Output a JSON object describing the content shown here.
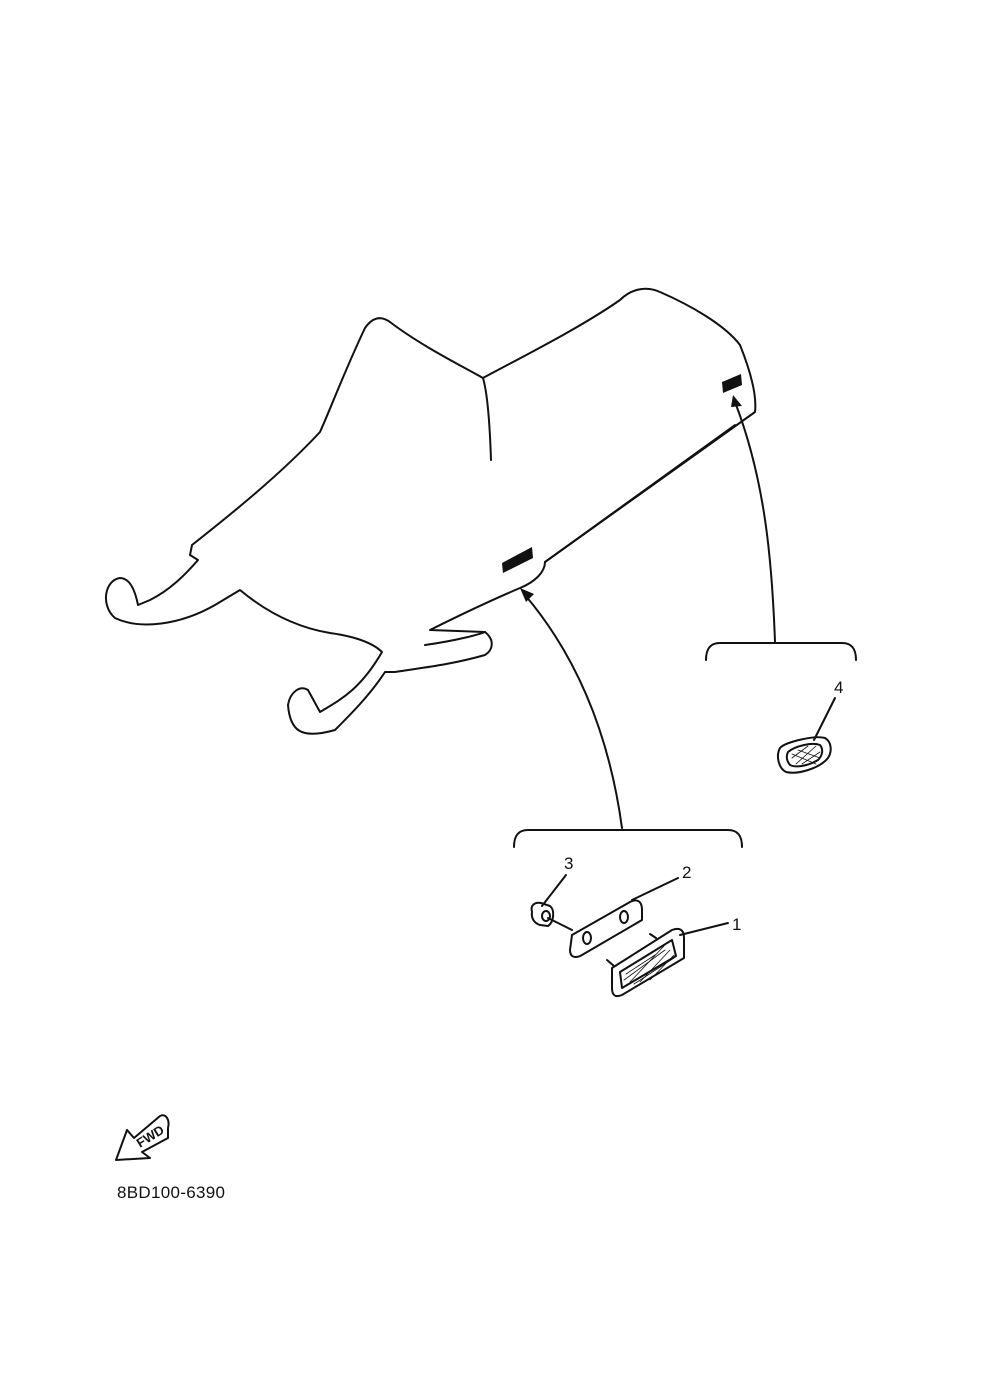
{
  "diagram": {
    "part_labels": {
      "p1": "1",
      "p2": "2",
      "p3": "3",
      "p4": "4"
    },
    "fwd_arrow_text": "FWD",
    "document_code": "8BD100-6390"
  },
  "colors": {
    "line": "#111111",
    "background": "#ffffff"
  }
}
